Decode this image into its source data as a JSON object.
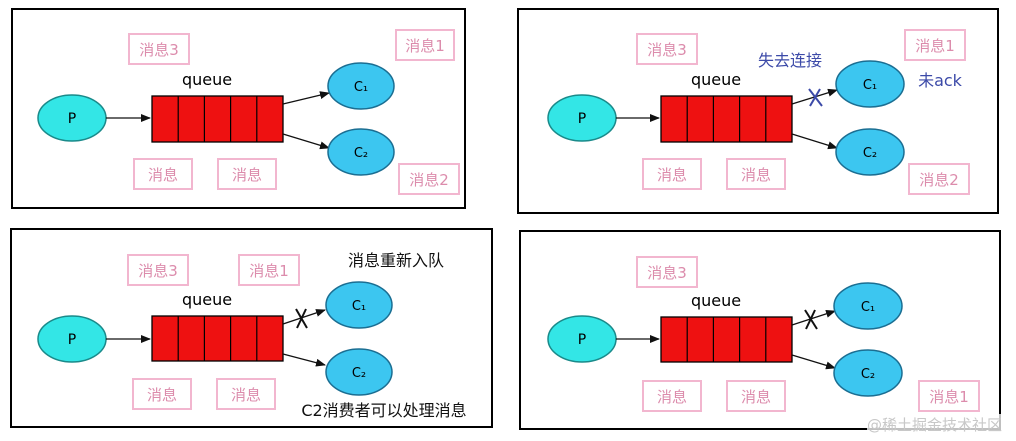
{
  "colors": {
    "producer_fill": "#33e6e6",
    "consumer_fill": "#3cc6f0",
    "queue_fill": "#ee1111",
    "msg_tag_border": "#f2b6cf",
    "msg_tag_text": "#dc8cac",
    "annotation_blue": "#3c4aa8",
    "annotation_black": "#111111"
  },
  "panels": [
    {
      "producer": "P",
      "queue_label": "queue",
      "consumers": [
        "C₁",
        "C₂"
      ],
      "message_tags": [
        "消息3",
        "消息1",
        "消息",
        "消息",
        "消息2"
      ],
      "annotations": [],
      "c1_link": "normal"
    },
    {
      "producer": "P",
      "queue_label": "queue",
      "consumers": [
        "C₁",
        "C₂"
      ],
      "message_tags": [
        "消息3",
        "消息1",
        "消息",
        "消息",
        "消息2"
      ],
      "annotations": [
        "失去连接",
        "未ack"
      ],
      "c1_link": "broken-blue"
    },
    {
      "producer": "P",
      "queue_label": "queue",
      "consumers": [
        "C₁",
        "C₂"
      ],
      "message_tags": [
        "消息3",
        "消息1",
        "消息",
        "消息"
      ],
      "annotations": [
        "消息重新入队",
        "C2消费者可以处理消息"
      ],
      "c1_link": "broken-black"
    },
    {
      "producer": "P",
      "queue_label": "queue",
      "consumers": [
        "C₁",
        "C₂"
      ],
      "message_tags": [
        "消息3",
        "消息",
        "消息",
        "消息1"
      ],
      "annotations": [],
      "c1_link": "broken-black"
    }
  ],
  "watermark": "@稀土掘金技术社区"
}
